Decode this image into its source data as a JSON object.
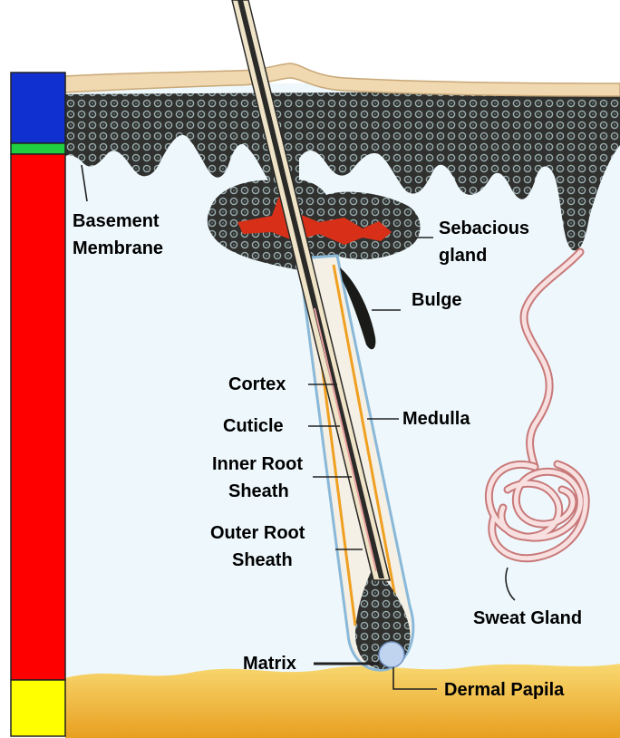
{
  "labels": {
    "basement_line1": "Basement",
    "basement_line2": "Membrane",
    "sebaceous_line1": "Sebacious",
    "sebaceous_line2": "gland",
    "bulge": "Bulge",
    "cortex": "Cortex",
    "medulla": "Medulla",
    "cuticle": "Cuticle",
    "inner_root_line1": "Inner Root",
    "inner_root_line2": "Sheath",
    "outer_root_line1": "Outer Root",
    "outer_root_line2": "Sheath",
    "sweat_gland": "Sweat Gland",
    "matrix": "Matrix",
    "dermal_papila": "Dermal Papila"
  },
  "colors": {
    "layer_bar": [
      "#1030d0",
      "#20d040",
      "#ff0000",
      "#ffff00"
    ],
    "dermis_background": "#eef8fc",
    "epidermis_cells": "#3a3a38",
    "skin_surface": "#f0d8b0",
    "sebum": "#d83018",
    "hair_shaft": "#f0e4c8",
    "sweat_duct": "#e8a8a8",
    "fat_layer": "#f0c040"
  }
}
